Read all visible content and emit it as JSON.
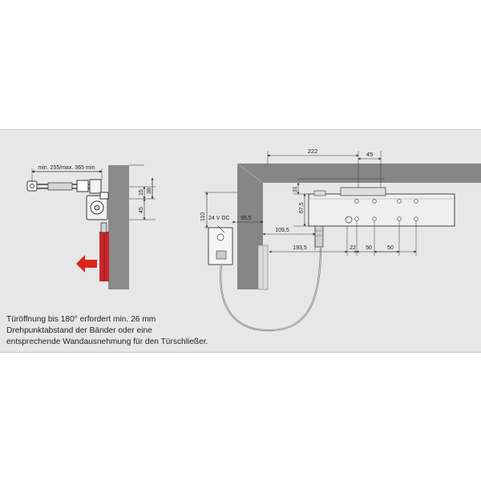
{
  "caption": {
    "line1": "Türöffnung bis 180° erfordert min. 26 mm",
    "line2": "Drehpunktabstand der Bänder oder eine",
    "line3": "entsprechende Wandausnehmung für den Türschließer."
  },
  "dims_left": {
    "arm_range": "min. 255/max. 365 mm",
    "d38": "38",
    "d15": "15",
    "d45": "45"
  },
  "dims_right": {
    "d222": "222",
    "d45": "45",
    "d31": "31",
    "d67_5": "67,5",
    "d110": "110",
    "voltage": "24 V DC",
    "d95_5": "95,5",
    "d109_5": "109,5",
    "d193_5": "193,5",
    "d22": "22",
    "d50a": "50",
    "d50b": "50"
  },
  "colors": {
    "panel": "#e7e7e7",
    "wall": "#808080",
    "arrow": "#d9261c",
    "line": "#333333"
  }
}
